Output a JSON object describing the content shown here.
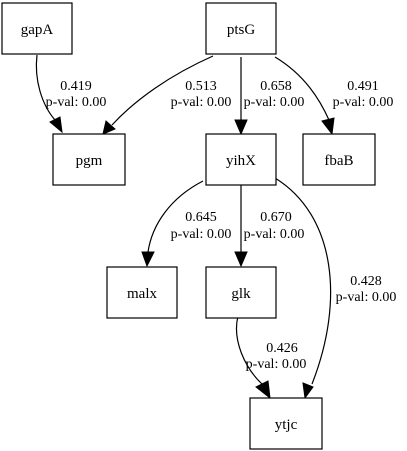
{
  "nodes": {
    "gapA": "gapA",
    "ptsG": "ptsG",
    "pgm": "pgm",
    "yihX": "yihX",
    "fbaB": "fbaB",
    "malx": "malx",
    "glk": "glk",
    "ytjc": "ytjc"
  },
  "edges": {
    "gapA_pgm": {
      "from": "gapA",
      "to": "pgm",
      "weight": "0.419",
      "pval": "p-val: 0.00"
    },
    "ptsG_pgm": {
      "from": "ptsG",
      "to": "pgm",
      "weight": "0.513",
      "pval": "p-val: 0.00"
    },
    "ptsG_yihX": {
      "from": "ptsG",
      "to": "yihX",
      "weight": "0.658",
      "pval": "p-val: 0.00"
    },
    "ptsG_fbaB": {
      "from": "ptsG",
      "to": "fbaB",
      "weight": "0.491",
      "pval": "p-val: 0.00"
    },
    "yihX_malx": {
      "from": "yihX",
      "to": "malx",
      "weight": "0.645",
      "pval": "p-val: 0.00"
    },
    "yihX_glk": {
      "from": "yihX",
      "to": "glk",
      "weight": "0.670",
      "pval": "p-val: 0.00"
    },
    "yihX_ytjc": {
      "from": "yihX",
      "to": "ytjc",
      "weight": "0.428",
      "pval": "p-val: 0.00"
    },
    "glk_ytjc": {
      "from": "glk",
      "to": "ytjc",
      "weight": "0.426",
      "pval": "p-val: 0.00"
    }
  }
}
